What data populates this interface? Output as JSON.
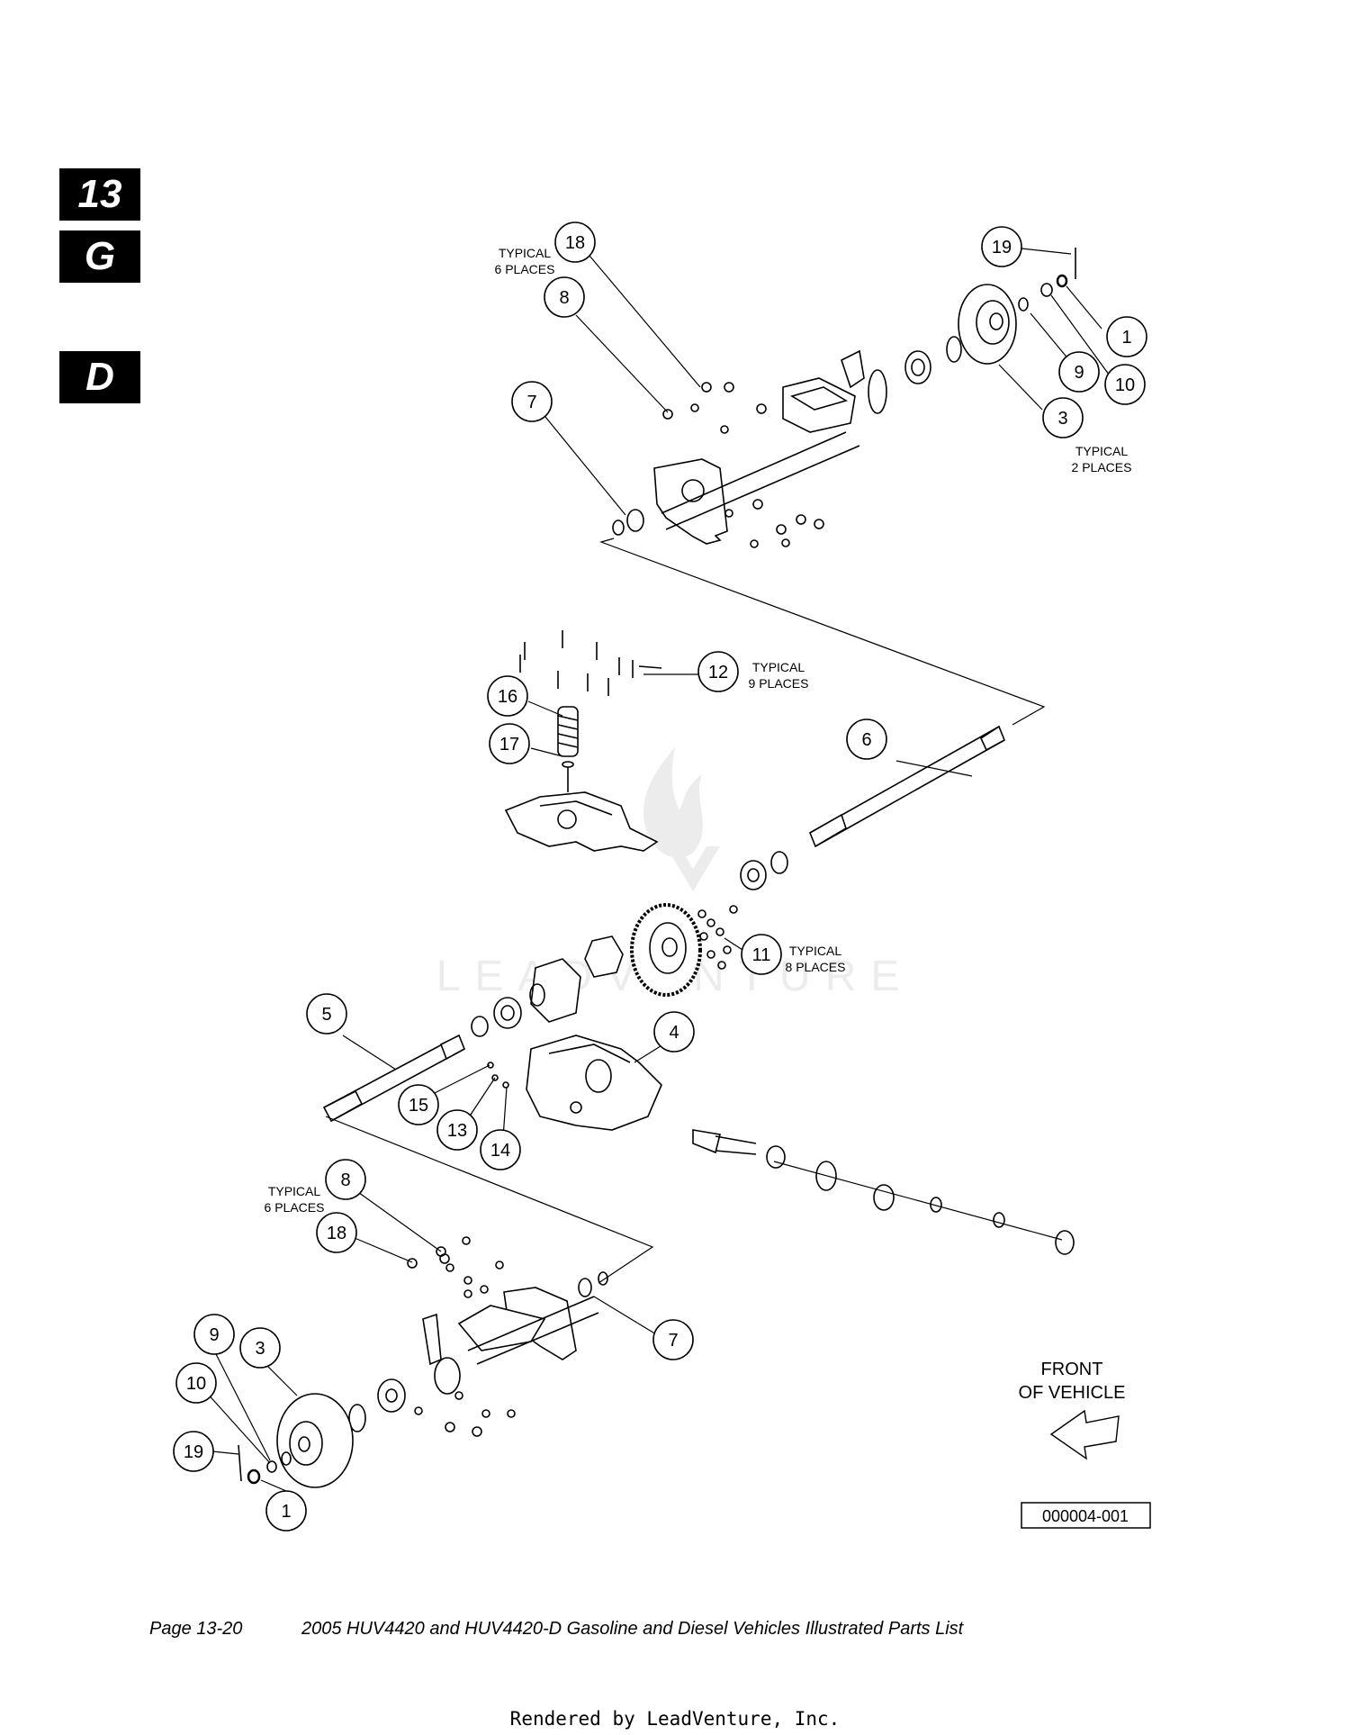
{
  "section_tabs": [
    "13",
    "G",
    "D"
  ],
  "callouts": {
    "c1a": "1",
    "c3a": "3",
    "c7a": "7",
    "c8a": "8",
    "c9a": "9",
    "c10a": "10",
    "c18a": "18",
    "c19a": "19",
    "c12": "12",
    "c16": "16",
    "c17": "17",
    "c6": "6",
    "c11": "11",
    "c5": "5",
    "c4": "4",
    "c15": "15",
    "c13": "13",
    "c14": "14",
    "c8b": "8",
    "c18b": "18",
    "c7b": "7",
    "c9b": "9",
    "c3b": "3",
    "c10b": "10",
    "c19b": "19",
    "c1b": "1"
  },
  "notes": {
    "typ6_top": [
      "TYPICAL",
      "6 PLACES"
    ],
    "typ2": [
      "TYPICAL",
      "2 PLACES"
    ],
    "typ9": [
      "TYPICAL",
      "9 PLACES"
    ],
    "typ8": [
      "TYPICAL",
      "8 PLACES"
    ],
    "typ6_bottom": [
      "TYPICAL",
      "6 PLACES"
    ]
  },
  "front_label": [
    "FRONT",
    "OF VEHICLE"
  ],
  "figure_id": "000004-001",
  "footer": {
    "page": "Page 13-20",
    "title": "2005 HUV4420 and HUV4420-D Gasoline and Diesel Vehicles Illustrated Parts List"
  },
  "rendered_by": "Rendered by LeadVenture, Inc.",
  "colors": {
    "ink": "#000000",
    "background": "#ffffff",
    "watermark": "#e8e8e8"
  }
}
